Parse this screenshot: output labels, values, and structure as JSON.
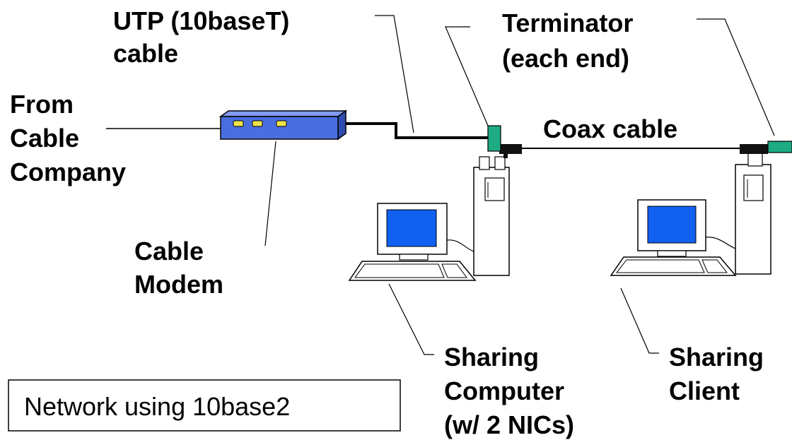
{
  "labels": {
    "utp_line1": "UTP (10baseT)",
    "utp_line2": "cable",
    "terminator_line1": "Terminator",
    "terminator_line2": "(each end)",
    "from_line1": "From",
    "from_line2": "Cable",
    "from_line3": "Company",
    "coax": "Coax cable",
    "modem_line1": "Cable",
    "modem_line2": "Modem",
    "sharing_computer_line1": "Sharing",
    "sharing_computer_line2": "Computer",
    "sharing_computer_line3": "(w/ 2 NICs)",
    "sharing_client_line1": "Sharing",
    "sharing_client_line2": "Client",
    "caption": "Network using 10base2"
  },
  "colors": {
    "modem_body": "#4a6ee0",
    "modem_top": "#7f9bf2",
    "modem_side": "#2f4db0",
    "modem_led": "#f2e34a",
    "screen": "#1160f0",
    "terminator": "#1dab82",
    "connector": "#111111",
    "case": "#ffffff",
    "line": "#000000"
  }
}
